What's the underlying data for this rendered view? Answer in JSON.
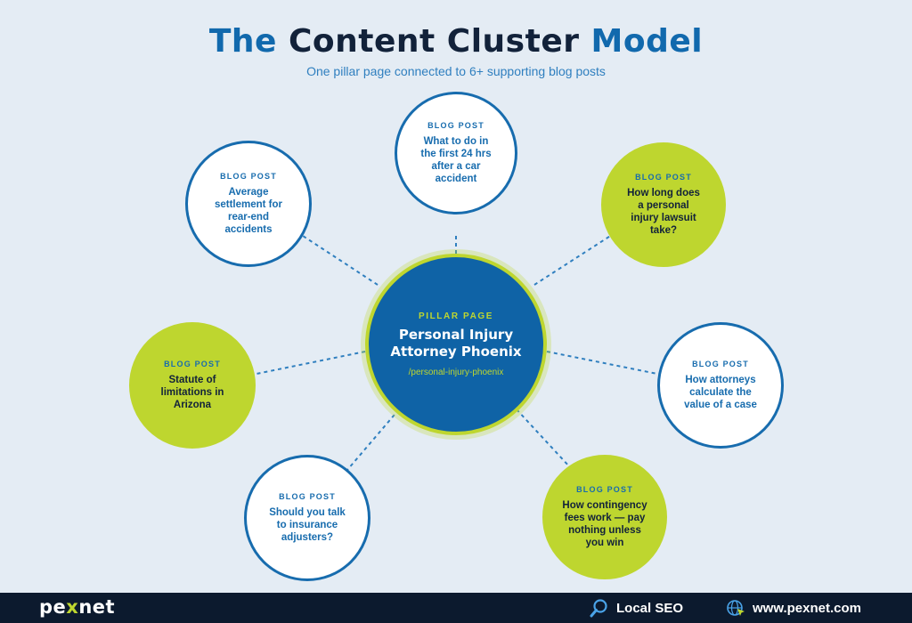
{
  "title": {
    "part1": "The",
    "part2": "Content Cluster",
    "part3": "Model"
  },
  "subtitle": "One pillar page connected to 6+ supporting blog posts",
  "pillar": {
    "tag": "PILLAR PAGE",
    "title": "Personal Injury\nAttorney Phoenix",
    "url": "/personal-injury-phoenix"
  },
  "posts": [
    {
      "tag": "BLOG POST",
      "text": "What to do in\nthe first 24 hrs\nafter a car\naccident",
      "style": "white"
    },
    {
      "tag": "BLOG POST",
      "text": "How long does\na personal\ninjury lawsuit\ntake?",
      "style": "lime"
    },
    {
      "tag": "BLOG POST",
      "text": "How attorneys\ncalculate the\nvalue of a case",
      "style": "white"
    },
    {
      "tag": "BLOG POST",
      "text": "How contingency\nfees work — pay\nnothing unless\nyou win",
      "style": "lime"
    },
    {
      "tag": "BLOG POST",
      "text": "Should you talk\nto insurance\nadjusters?",
      "style": "white"
    },
    {
      "tag": "BLOG POST",
      "text": "Statute of\nlimitations in\nArizona",
      "style": "lime"
    },
    {
      "tag": "BLOG POST",
      "text": "Average\nsettlement for\nrear-end\naccidents",
      "style": "white"
    }
  ],
  "footer": {
    "logo_left": "pe",
    "logo_x": "x",
    "logo_right": "net",
    "local_seo": "Local SEO",
    "website": "www.pexnet.com",
    "search_icon": "magnifier-icon",
    "globe_icon": "globe-cursor-icon"
  },
  "colors": {
    "blue": "#1169ad",
    "dark": "#12223a",
    "lime": "#bed62f",
    "background": "#e4ecf4"
  }
}
